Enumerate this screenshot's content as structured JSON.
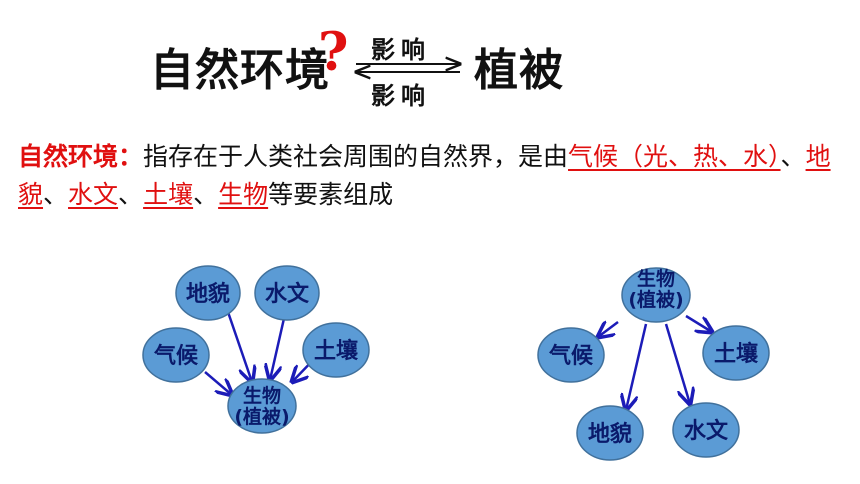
{
  "title": {
    "left": "自然环境",
    "qmark": "?",
    "arrow_top": "影响",
    "arrow_bottom": "影响",
    "right": "植被"
  },
  "definition": {
    "term": "自然环境：",
    "text1": "指存在于人类社会周围的自然界，是由",
    "el1": "气候（光、热、水）",
    "sep1": "、",
    "el2": "地貌",
    "sep2": "、",
    "el3": "水文",
    "sep3": "、",
    "el4": "土壤",
    "sep4": "、",
    "el5": "生物",
    "text2": "等要素组成"
  },
  "diagram_left": {
    "nodes": {
      "landform": "地貌",
      "hydrology": "水文",
      "climate": "气候",
      "soil": "土壤",
      "center_line1": "生物",
      "center_line2": "(植被)"
    }
  },
  "diagram_right": {
    "nodes": {
      "center_line1": "生物",
      "center_line2": "(植被)",
      "climate": "气候",
      "soil": "土壤",
      "landform": "地貌",
      "hydrology": "水文"
    }
  },
  "colors": {
    "node_fill": "#5b9bd5",
    "node_stroke": "#41719c",
    "arrow": "#1c1cb8",
    "accent_red": "#e01010"
  }
}
